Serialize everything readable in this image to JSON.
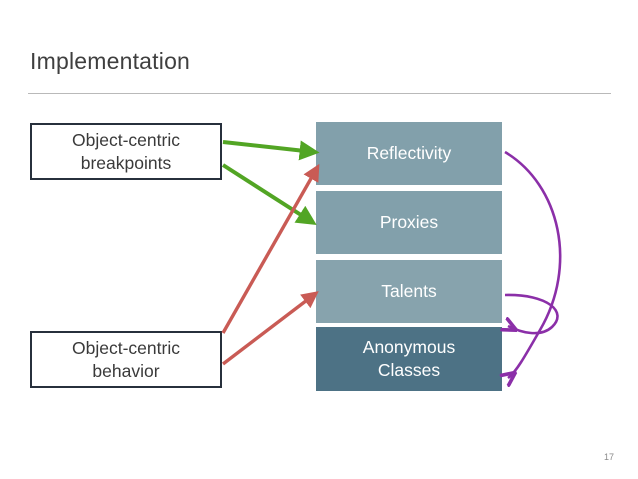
{
  "slide": {
    "title": "Implementation",
    "page_number": "17",
    "background_color": "#ffffff",
    "rule_color": "#b9b9b9"
  },
  "left_boxes": [
    {
      "name": "object-centric-breakpoints",
      "line1": "Object-centric",
      "line2": "breakpoints",
      "border_color": "#27303c"
    },
    {
      "name": "object-centric-behavior",
      "line1": "Object-centric",
      "line2": "behavior",
      "border_color": "#27303c"
    }
  ],
  "stack": [
    {
      "label": "Reflectivity",
      "color": "#82a0ab"
    },
    {
      "label": "Proxies",
      "color": "#82a0ab"
    },
    {
      "label": "Talents",
      "color": "#87a3ad"
    },
    {
      "label_line1": "Anonymous",
      "label_line2": "Classes",
      "color": "#4d7285"
    }
  ],
  "arrows": {
    "green_color": "#52a524",
    "red_color": "#c95b55",
    "purple_color": "#8b2fa8",
    "connections": [
      {
        "from": "object-centric-breakpoints",
        "to": "Reflectivity",
        "color": "#52a524"
      },
      {
        "from": "object-centric-breakpoints",
        "to": "Proxies",
        "color": "#52a524"
      },
      {
        "from": "object-centric-behavior",
        "to": "Reflectivity",
        "color": "#c95b55"
      },
      {
        "from": "object-centric-behavior",
        "to": "Talents",
        "color": "#c95b55"
      },
      {
        "from": "Reflectivity",
        "to": "Anonymous Classes",
        "color": "#8b2fa8"
      },
      {
        "from": "Talents",
        "to": "Anonymous Classes",
        "color": "#8b2fa8"
      }
    ]
  }
}
